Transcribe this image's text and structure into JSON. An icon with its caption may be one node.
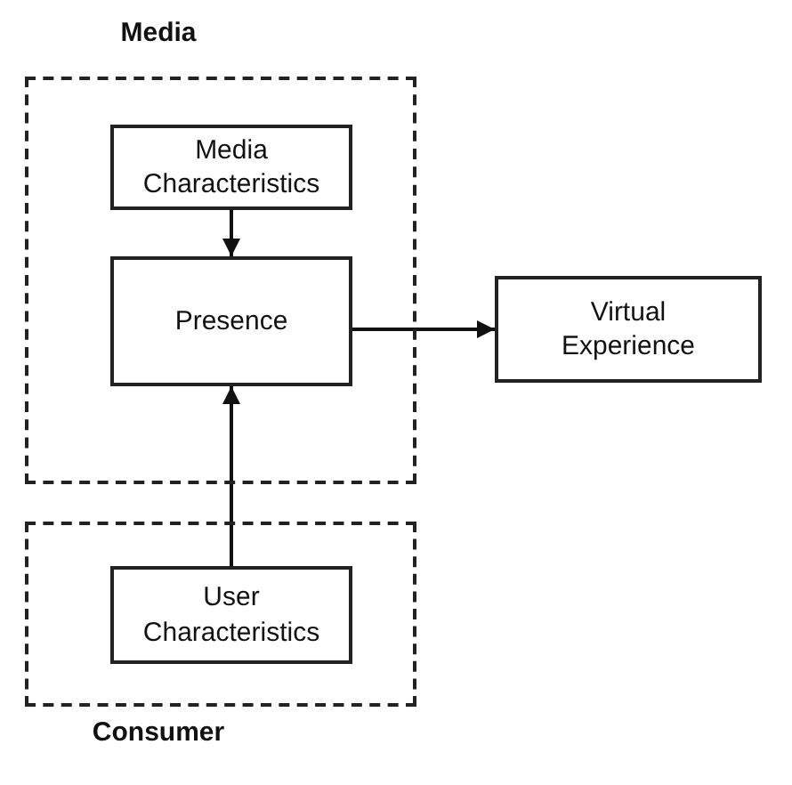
{
  "diagram": {
    "nodes": [
      {
        "text": [
          "Media"
        ]
      },
      {
        "text": [
          "Media Characteristics"
        ],
        "in": 0
      },
      {
        "text": [
          "Presence"
        ],
        "in": 0
      },
      {
        "text": [
          "Virtual Experience"
        ]
      },
      {
        "text": [
          "Consumer"
        ]
      },
      {
        "text": [
          "User Characteristics"
        ],
        "in": 4
      }
    ],
    "edges": [
      {
        "from": 1,
        "to": 2,
        "arrow": "to"
      },
      {
        "from": 5,
        "to": 2,
        "arrow": "to"
      },
      {
        "from": 2,
        "to": 3,
        "arrow": "to"
      }
    ]
  }
}
